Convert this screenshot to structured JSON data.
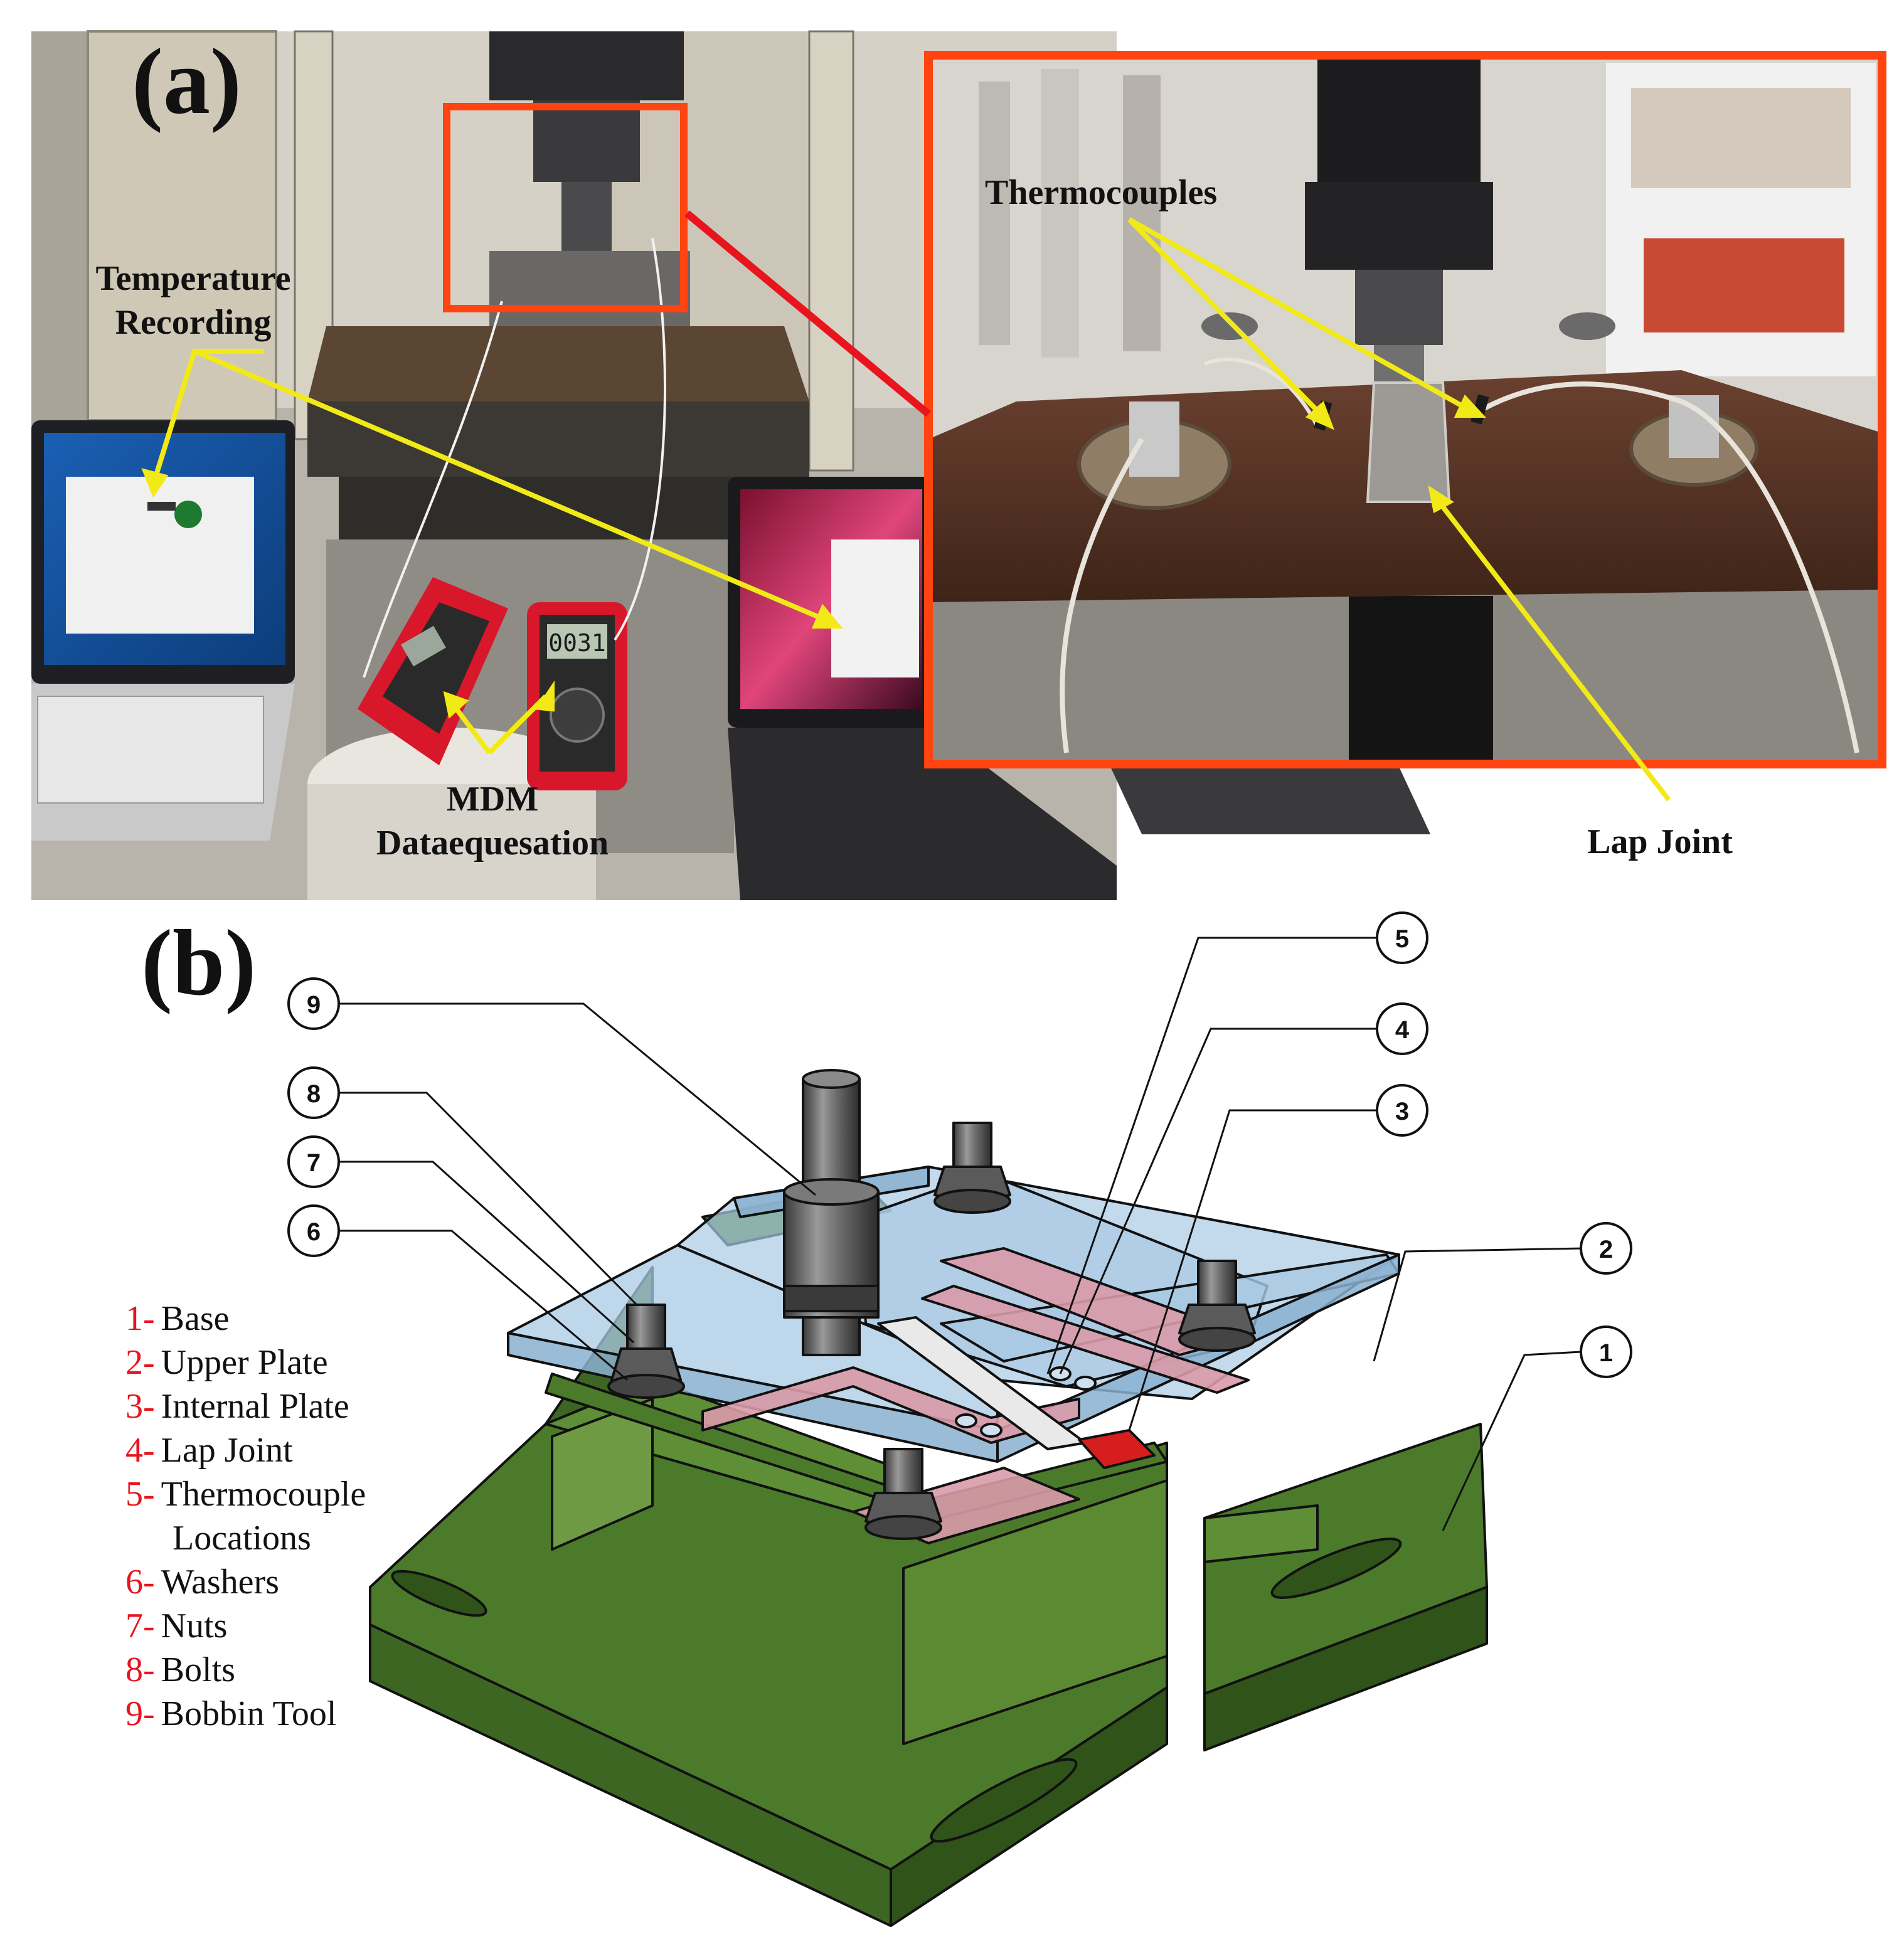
{
  "panel_a": {
    "label": "(a)",
    "callouts": {
      "temperature_recording": [
        "Temperature",
        "Recording"
      ],
      "mdm": [
        "MDM",
        "Dataequesation"
      ],
      "thermocouples": "Thermocouples",
      "lap_joint": "Lap Joint"
    },
    "meter_reading": "0031",
    "colors": {
      "highlight_box": "#ff4411",
      "leader_line": "#f2ea17",
      "connector_line": "#e8141e",
      "multimeter_body": "#d8182a"
    }
  },
  "panel_b": {
    "label": "(b)",
    "legend": [
      {
        "num": "1-",
        "text": "Base"
      },
      {
        "num": "2-",
        "text": "Upper Plate"
      },
      {
        "num": "3-",
        "text": "Internal Plate"
      },
      {
        "num": "4-",
        "text": "Lap Joint"
      },
      {
        "num": "5-",
        "text": "Thermocouple"
      },
      {
        "num": "",
        "text": "Locations"
      },
      {
        "num": "6-",
        "text": "Washers"
      },
      {
        "num": "7-",
        "text": "Nuts"
      },
      {
        "num": "8-",
        "text": "Bolts"
      },
      {
        "num": "9-",
        "text": "Bobbin Tool"
      }
    ],
    "balloons": [
      "1",
      "2",
      "3",
      "4",
      "5",
      "6",
      "7",
      "8",
      "9"
    ],
    "colors": {
      "base": "#4c7a2b",
      "base_dark": "#2f5319",
      "upper_plate": "#a9c9e4",
      "internal_plate": "#d99aa8",
      "lap_joint": "#d61e1e",
      "tool": "#5a5a5a",
      "legend_number": "#e8141e"
    }
  }
}
